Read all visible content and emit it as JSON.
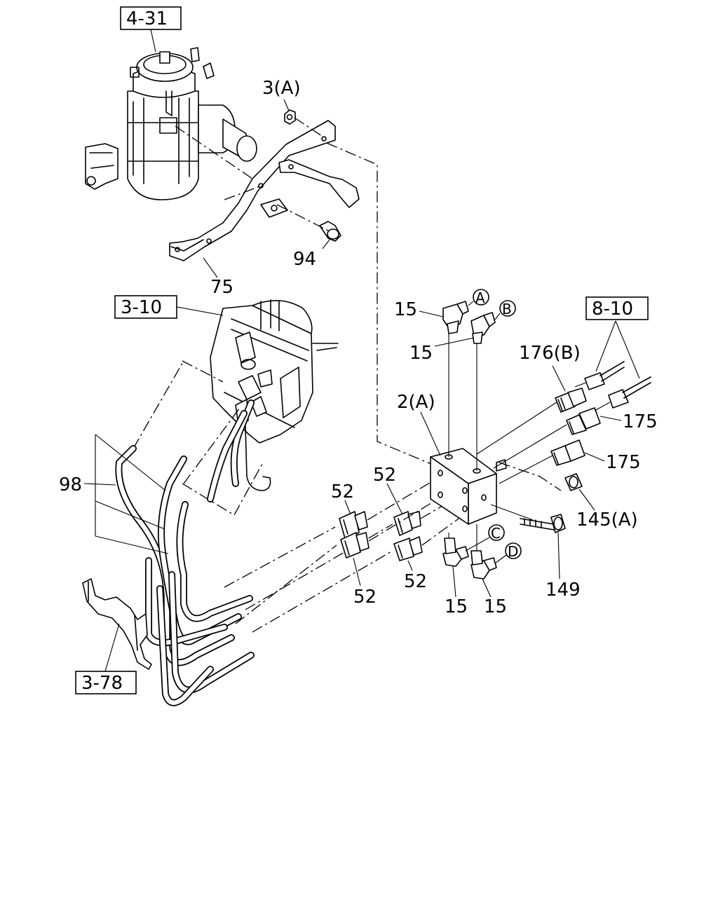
{
  "refs": {
    "r431": "4-31",
    "r310": "3-10",
    "r810": "8-10",
    "r378": "3-78"
  },
  "callouts": {
    "c3a": "3(A)",
    "c94": "94",
    "c75": "75",
    "c15a": "15",
    "c15b": "15",
    "c15c": "15",
    "c15d": "15",
    "c2a": "2(A)",
    "c176b": "176(B)",
    "c175a": "175",
    "c175b": "175",
    "c145a": "145(A)",
    "c149": "149",
    "c98": "98",
    "c52a": "52",
    "c52b": "52",
    "c52c": "52",
    "c52d": "52"
  },
  "markers": {
    "a": "A",
    "b": "B",
    "c": "C",
    "d": "D"
  }
}
